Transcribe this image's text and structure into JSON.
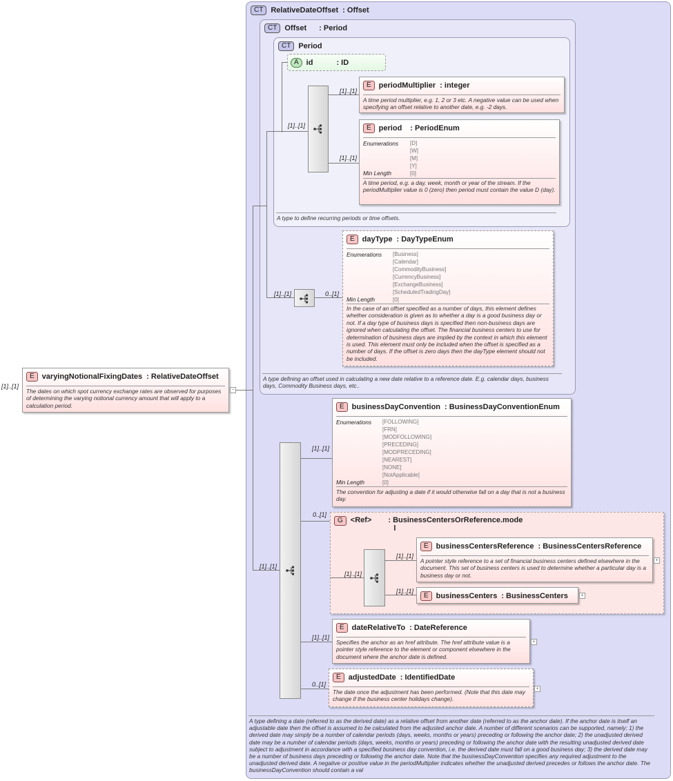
{
  "root": {
    "name": "varyingNotionalFixingDates",
    "type": "RelativeDateOffset",
    "multiplicity": "[1]..[1]",
    "doc": "The dates on which spot currency exchange rates are observed for purposes of determining the varying notional currency amount that will apply to a calculation period."
  },
  "relativeDateOffset": {
    "badge": "CT",
    "name": "RelativeDateOffset",
    "base": "Offset",
    "doc": "A type defining a date (referred to as the derived date) as a relative offset from another date (referred to as the anchor date). If the anchor date is itself an adjustable date then the offset is assumed to be calculated from the adjusted anchor date. A number of different scenarios can be supported, namely; 1) the derived date may simply be a number of calendar periods (days, weeks, months or years) preceding or following the anchor date; 2) the unadjusted derived date may be a number of calendar periods (days, weeks, months or years) preceding or following the anchor date with the resulting unadjusted derived date subject to adjustment in accordance with a specified business day convention, i.e. the derived date must fall on a good business day; 3) the derived date may be a number of business days preceding or following the anchor date. Note that the businessDayConvention specifies any required adjustment to the unadjusted derived date. A negative or positive value in the periodMultiplier indicates whether the unadjusted derived precedes or follows the anchor date. The businessDayConvention should contain a val"
  },
  "offset": {
    "badge": "CT",
    "name": "Offset",
    "base": "Period",
    "doc": "A type defining an offset used in calculating a new date relative to a reference date. E.g. calendar days, business days, Commodity Business days, etc.."
  },
  "period": {
    "badge": "CT",
    "name": "Period",
    "doc": "A type to define recurring periods or time offsets.",
    "seq_multiplicity": "[1]..[1]"
  },
  "attr_id": {
    "badge": "A",
    "name": "id",
    "type": ": ID"
  },
  "periodMultiplier": {
    "badge": "E",
    "name": "periodMultiplier",
    "type": ": integer",
    "multiplicity": "[1]..[1]",
    "doc": "A time period multiplier, e.g. 1, 2 or 3 etc. A negative value can be used when specifying an offset relative to another date, e.g. -2 days."
  },
  "periodEl": {
    "badge": "E",
    "name": "period",
    "type": ": PeriodEnum",
    "multiplicity": "[1]..[1]",
    "enum_label": "Enumerations",
    "enums": [
      "[D]",
      "[W]",
      "[M]",
      "[Y]"
    ],
    "minlen_label": "Min Length",
    "minlen": "[0]",
    "doc": "A time period, e.g. a day, week, month or year of the stream. If the periodMultiplier value is 0 (zero) then period must contain the value D (day)."
  },
  "dayType": {
    "badge": "E",
    "name": "dayType",
    "type": ": DayTypeEnum",
    "seq_multiplicity": "[1]..[1]",
    "multiplicity": "0..[1]",
    "enum_label": "Enumerations",
    "enums": [
      "[Business]",
      "[Calendar]",
      "[CommodityBusiness]",
      "[CurrencyBusiness]",
      "[ExchangeBusiness]",
      "[ScheduledTradingDay]"
    ],
    "minlen_label": "Min Length",
    "minlen": "[0]",
    "doc": "In the case of an offset specified as a number of days, this element defines whether consideration is given as to whether a day is a good business day or not. If a day type of business days is specified then non-business days are ignored when calculating the offset. The financial business centers to use for determination of business days are implied by the context in which this element is used. This element must only be included when the offset is specified as a number of days. If the offset is zero days then the dayType element should not be included."
  },
  "mainSeq": {
    "multiplicity": "[1]..[1]"
  },
  "businessDayConvention": {
    "badge": "E",
    "name": "businessDayConvention",
    "type": ": BusinessDayConventionEnum",
    "multiplicity": "[1]..[1]",
    "enum_label": "Enumerations",
    "enums": [
      "[FOLLOWING]",
      "[FRN]",
      "[MODFOLLOWING]",
      "[PRECEDING]",
      "[MODPRECEDING]",
      "[NEAREST]",
      "[NONE]",
      "[NotApplicable]"
    ],
    "minlen_label": "Min Length",
    "minlen": "[0]",
    "doc": "The convention for adjusting a date if it would otherwise fall on a day that is not a business day."
  },
  "group": {
    "badge": "G",
    "name": "<Ref>",
    "type": ": BusinessCentersOrReference.mode",
    "type_cont": "l",
    "multiplicity": "0..[1]",
    "seq_multiplicity": "[1]..[1]"
  },
  "businessCentersReference": {
    "badge": "E",
    "name": "businessCentersReference",
    "type": ": BusinessCentersReference",
    "multiplicity": "[1]..[1]",
    "doc": "A pointer style reference to a set of financial business centers defined elsewhere in the document. This set of business centers is used to determine whether a particular day is a business day or not."
  },
  "businessCenters": {
    "badge": "E",
    "name": "businessCenters",
    "type": ": BusinessCenters",
    "multiplicity": "[1]..[1]"
  },
  "dateRelativeTo": {
    "badge": "E",
    "name": "dateRelativeTo",
    "type": ": DateReference",
    "multiplicity": "[1]..[1]",
    "doc": "Specifies the anchor as an href attribute. The href attribute value is a pointer style reference to the element or component elsewhere in the document where the anchor date is defined."
  },
  "adjustedDate": {
    "badge": "E",
    "name": "adjustedDate",
    "type": ": IdentifiedDate",
    "multiplicity": "0..[1]",
    "doc": "The date once the adjustment has been performed. (Note that this date may change if the business center holidays change)."
  },
  "expand_symbol": "+",
  "collapse_symbol": "−"
}
